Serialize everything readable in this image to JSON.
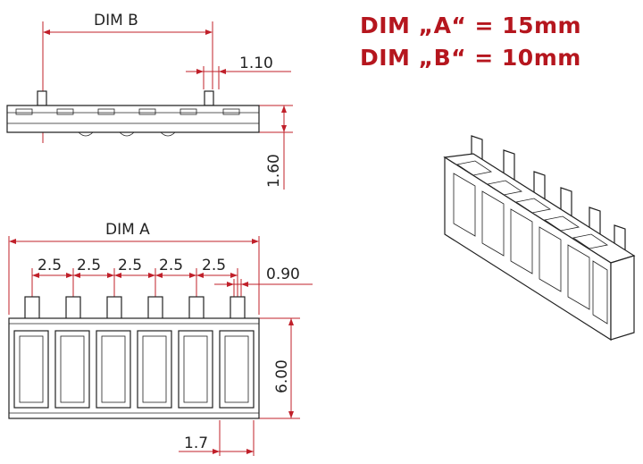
{
  "header": {
    "dim_a_note": "DIM „A“ = 15mm",
    "dim_b_note": "DIM „B“ = 10mm"
  },
  "top_view": {
    "dim_b_label": "DIM B",
    "pin_width_label": "1.10",
    "height_label": "1.60"
  },
  "front_view": {
    "dim_a_label": "DIM A",
    "pitch_labels": [
      "2.5",
      "2.5",
      "2.5",
      "2.5",
      "2.5"
    ],
    "pin_thickness_label": "0.90",
    "body_height_label": "6.00",
    "slot_offset_label": "1.7"
  },
  "colors": {
    "note_red": "#b5161e",
    "dimension_red": "#c0202a",
    "outline": "#222222"
  }
}
